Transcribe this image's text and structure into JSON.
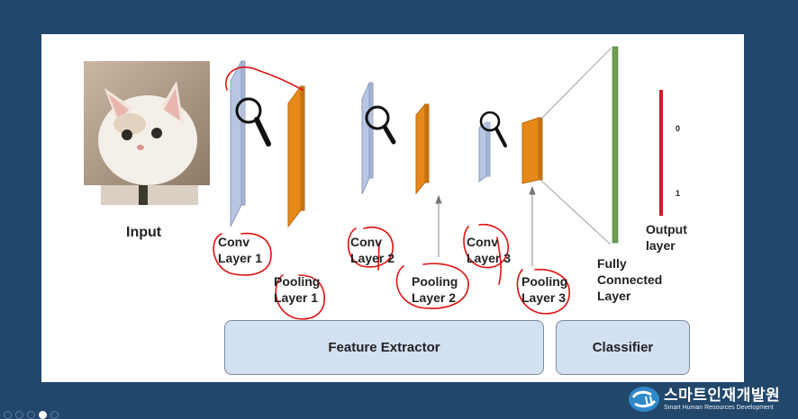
{
  "diagram": {
    "input_label": "Input",
    "layers": [
      {
        "id": "conv1",
        "line1": "Conv",
        "line2": "Layer 1"
      },
      {
        "id": "pool1",
        "line1": "Pooling",
        "line2": "Layer 1"
      },
      {
        "id": "conv2",
        "line1": "Conv",
        "line2": "Layer 2"
      },
      {
        "id": "pool2",
        "line1": "Pooling",
        "line2": "Layer 2"
      },
      {
        "id": "conv3",
        "line1": "Conv",
        "line2": "Layer 3"
      },
      {
        "id": "pool3",
        "line1": "Pooling",
        "line2": "Layer 3"
      }
    ],
    "fully_connected": {
      "line1": "Fully",
      "line2": "Connected",
      "line3": "Layer"
    },
    "output": {
      "line1": "Output",
      "line2": "layer",
      "tick_top": "0",
      "tick_bottom": "1"
    },
    "sections": {
      "feature_extractor": "Feature Extractor",
      "classifier": "Classifier"
    },
    "colors": {
      "conv": "#b8c6e2",
      "conv_edge": "#8a9cc0",
      "pool": "#e6891a",
      "pool_edge": "#b86a10",
      "fc": "#6aa050",
      "output": "#c8202a",
      "annotation": "#e01010"
    }
  },
  "branding": {
    "name": "스마트인재개발원",
    "subtitle": "Smart Human Resources Development"
  },
  "slide_nav": {
    "count": 5,
    "active_index": 3
  }
}
